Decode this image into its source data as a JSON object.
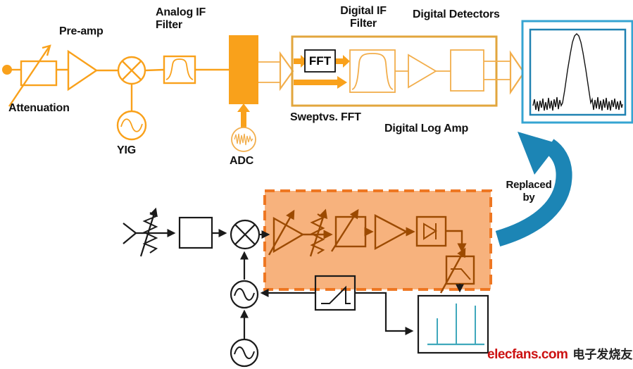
{
  "colors": {
    "orange": "#F9A11B",
    "orange_light": "#F2AE4C",
    "gold": "#E2A63D",
    "peach": "#F7B27D",
    "dash_orange": "#EE7722",
    "brown": "#9C4A00",
    "ink": "#1A1A1A",
    "teal": "#3FA8BC",
    "blue_outer": "#35A4D2",
    "blue_inner": "#2082B2",
    "arrow_blue": "#1C85B5",
    "logo_red": "#CC1111",
    "logo_dark": "#222222"
  },
  "top_chain": {
    "preamp_label": "Pre-amp",
    "analog_if_filter_label": "Analog IF\nFilter",
    "attenuation_label": "Attenuation",
    "yig_label": "YIG",
    "adc_label": "ADC",
    "digital_if_filter_label": "Digital IF\nFilter",
    "digital_detectors_label": "Digital Detectors",
    "fft_label": "FFT",
    "swept_vs_fft_label": "Sweptvs. FFT",
    "digital_log_amp_label": "Digital Log Amp"
  },
  "annotation": {
    "replaced_by_label": "Replaced\nby"
  },
  "watermark": {
    "logo_text": "elecfans.com",
    "cn_text": "电子发烧友"
  },
  "icons": {
    "mixer": "circle-with-x",
    "oscillator": "circle-with-sine",
    "amplifier": "triangle",
    "attenuator": "box-with-diagonal-arrow",
    "variable_resistor": "zigzag-with-diagonal-arrow",
    "bandpass_filter": "box-with-bandpass-curve",
    "detector_diode": "box-with-diode",
    "sweep_generator": "box-with-ramp",
    "adc": "circle-with-noisy-wave",
    "spectrum_display": "box-with-spectral-peaks"
  }
}
